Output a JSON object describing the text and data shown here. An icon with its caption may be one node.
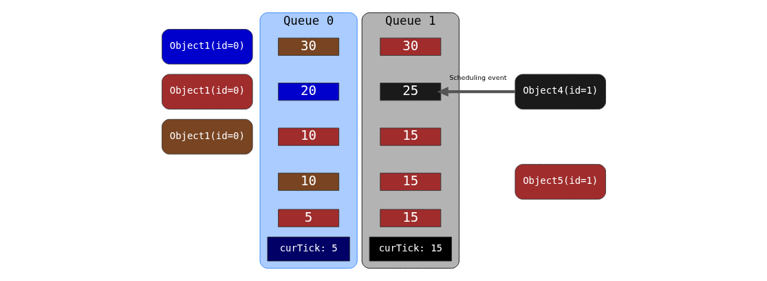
{
  "diagram": {
    "nodes": [
      {
        "text": [
          "Object1(id=0)"
        ]
      },
      {
        "text": [
          "Object1(id=0)"
        ]
      },
      {
        "text": [
          "Object1(id=0)"
        ]
      },
      {
        "text": [
          "Queue 0"
        ]
      },
      {
        "text": [
          "30"
        ],
        "in": 3
      },
      {
        "text": [
          "20"
        ],
        "in": 3
      },
      {
        "text": [
          "10"
        ],
        "in": 3
      },
      {
        "text": [
          "10"
        ],
        "in": 3
      },
      {
        "text": [
          "5"
        ],
        "in": 3
      },
      {
        "text": [
          "curTick: 5"
        ],
        "in": 3
      },
      {
        "text": [
          "Queue 1"
        ]
      },
      {
        "text": [
          "30"
        ],
        "in": 10
      },
      {
        "text": [
          "25"
        ],
        "in": 10
      },
      {
        "text": [
          "15"
        ],
        "in": 10
      },
      {
        "text": [
          "15"
        ],
        "in": 10
      },
      {
        "text": [
          "15"
        ],
        "in": 10
      },
      {
        "text": [
          "curTick: 15"
        ],
        "in": 10
      },
      {
        "text": [
          "Object4(id=1)"
        ]
      },
      {
        "text": [
          "Object5(id=1)"
        ]
      }
    ],
    "edges": [
      {
        "from": 17,
        "to": 12,
        "arrow": "to",
        "label": "Scheduling event"
      }
    ]
  }
}
